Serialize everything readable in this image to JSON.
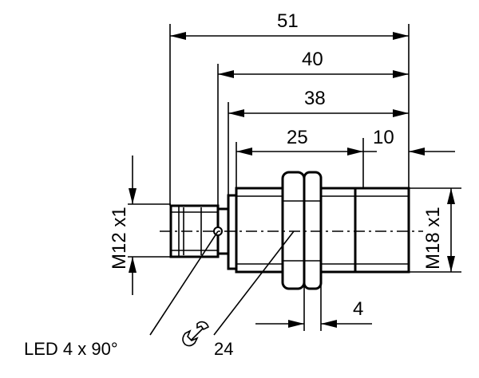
{
  "dimensions": {
    "overall_length": "51",
    "body_length": "40",
    "housing_length": "38",
    "thread_length": "25",
    "sensing_face": "10",
    "nut_width": "4"
  },
  "labels": {
    "connector_thread": "M12 x1",
    "housing_thread": "M18 x1",
    "led": "LED 4 x 90°",
    "wrench_size": "24"
  },
  "icons": {
    "wrench": "wrench-icon"
  }
}
